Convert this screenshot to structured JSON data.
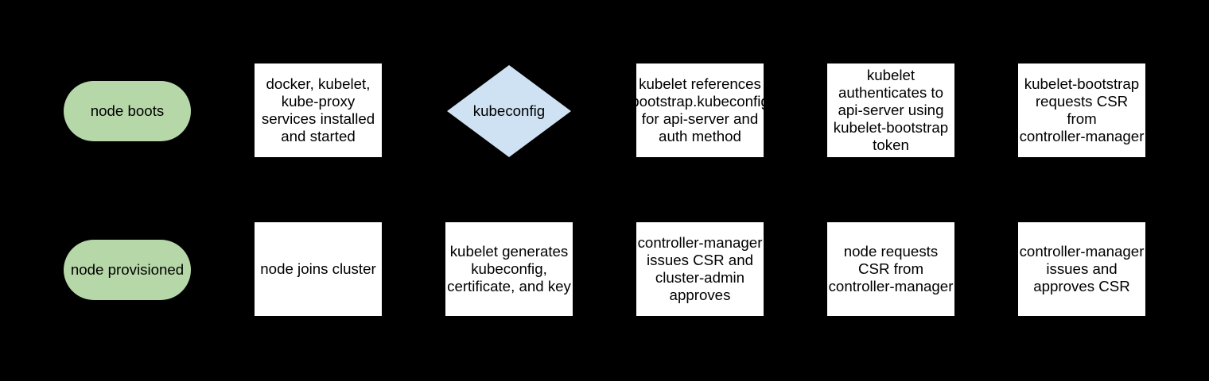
{
  "diagram": {
    "title": "kubernetes node bootstrap flowchart",
    "background": "#000000",
    "colors": {
      "background": "#000000",
      "terminal_fill": "#b6d7a8",
      "decision_fill": "#cfe2f3",
      "process_fill": "#ffffff",
      "text": "#000000"
    }
  },
  "nodes": [
    {
      "id": "node-boots",
      "type": "terminal",
      "row": 1,
      "lines": [
        "node boots"
      ]
    },
    {
      "id": "services-installed",
      "type": "process",
      "row": 1,
      "lines": [
        "docker, kubelet,",
        "kube-proxy",
        "services installed",
        "and started"
      ]
    },
    {
      "id": "kubeconfig-decision",
      "type": "decision",
      "row": 1,
      "lines": [
        "kubeconfig"
      ]
    },
    {
      "id": "kubelet-references",
      "type": "process",
      "row": 1,
      "lines": [
        "kubelet references",
        "bootstrap.kubeconfig",
        "for api-server and",
        "auth method"
      ]
    },
    {
      "id": "kubelet-authenticates",
      "type": "process",
      "row": 1,
      "lines": [
        "kubelet",
        "authenticates to",
        "api-server using",
        "kubelet-bootstrap",
        "token"
      ]
    },
    {
      "id": "bootstrap-requests-csr",
      "type": "process",
      "row": 1,
      "lines": [
        "kubelet-bootstrap",
        "requests CSR",
        "from",
        "controller-manager"
      ]
    },
    {
      "id": "node-provisioned",
      "type": "terminal",
      "row": 2,
      "lines": [
        "node provisioned"
      ]
    },
    {
      "id": "node-joins-cluster",
      "type": "process",
      "row": 2,
      "lines": [
        "node joins cluster"
      ]
    },
    {
      "id": "kubelet-generates",
      "type": "process",
      "row": 2,
      "lines": [
        "kubelet generates",
        "kubeconfig,",
        "certificate, and key"
      ]
    },
    {
      "id": "cm-issues-csr-admin",
      "type": "process",
      "row": 2,
      "lines": [
        "controller-manager",
        "issues CSR and",
        "cluster-admin",
        "approves"
      ]
    },
    {
      "id": "node-requests-csr",
      "type": "process",
      "row": 2,
      "lines": [
        "node requests",
        "CSR from",
        "controller-manager"
      ]
    },
    {
      "id": "cm-issues-approves",
      "type": "process",
      "row": 2,
      "lines": [
        "controller-manager",
        "issues and",
        "approves CSR"
      ]
    }
  ]
}
